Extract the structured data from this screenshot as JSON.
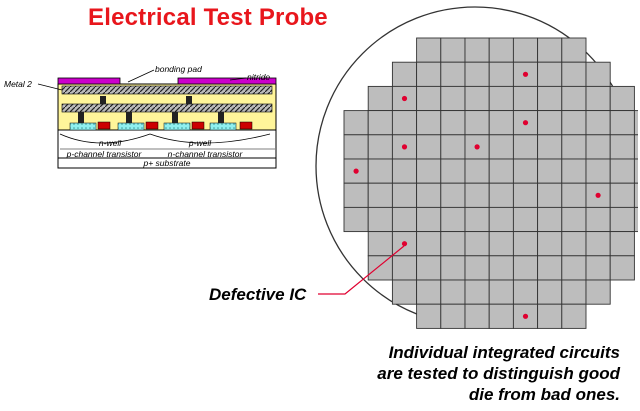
{
  "title": "Electrical Test Probe",
  "cross_section": {
    "labels": {
      "metal2": "Metal 2",
      "bonding_pad": "bonding pad",
      "nitride": "nitride",
      "n_well": "n-well",
      "p_well": "p-well",
      "p_channel": "p-channel transistor",
      "n_channel": "n-channel transistor",
      "substrate": "p+ substrate"
    },
    "colors": {
      "nitride": "#cc00cc",
      "oxide": "#fff59a",
      "metal_hatch": "#333333",
      "diffusion": "#8ff0f0",
      "gate": "#cc0000"
    }
  },
  "wafer": {
    "rows": [
      {
        "start": 3,
        "count": 7
      },
      {
        "start": 2,
        "count": 9
      },
      {
        "start": 1,
        "count": 11
      },
      {
        "start": 0,
        "count": 13
      },
      {
        "start": 0,
        "count": 13
      },
      {
        "start": 0,
        "count": 13
      },
      {
        "start": 0,
        "count": 13
      },
      {
        "start": 0,
        "count": 13
      },
      {
        "start": 1,
        "count": 11
      },
      {
        "start": 1,
        "count": 11
      },
      {
        "start": 2,
        "count": 9
      },
      {
        "start": 3,
        "count": 7
      }
    ],
    "defects": [
      {
        "row": 1,
        "col": 7
      },
      {
        "row": 2,
        "col": 2
      },
      {
        "row": 3,
        "col": 7
      },
      {
        "row": 4,
        "col": 2
      },
      {
        "row": 4,
        "col": 5
      },
      {
        "row": 5,
        "col": 0
      },
      {
        "row": 6,
        "col": 10
      },
      {
        "row": 8,
        "col": 2
      },
      {
        "row": 11,
        "col": 7
      }
    ],
    "colors": {
      "die": "#bdbdbd",
      "die_stroke": "#333333",
      "defect": "#e00030",
      "wafer_stroke": "#333333"
    }
  },
  "defect_label": "Defective IC",
  "caption_lines": [
    "Individual integrated circuits",
    "are tested to distinguish good",
    "die from bad ones."
  ]
}
